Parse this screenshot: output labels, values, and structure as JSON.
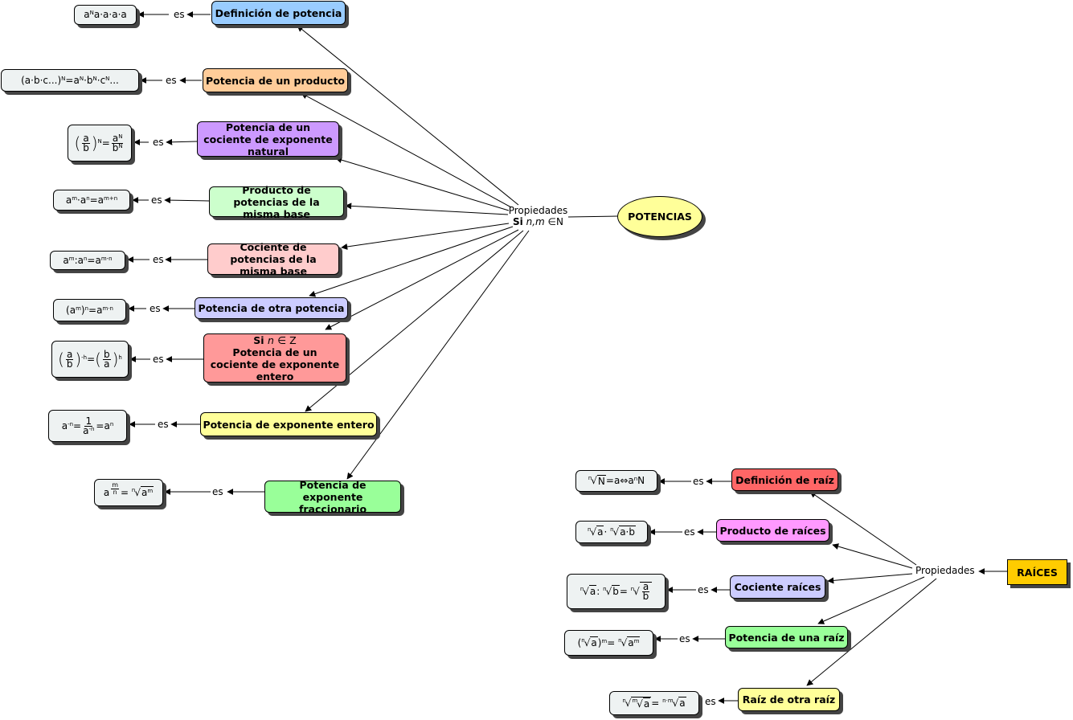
{
  "potencias": {
    "root": "POTENCIAS",
    "hub_line1": "Propiedades",
    "hub_si": "Si",
    "hub_vars": "n,m",
    "hub_set": "∈N",
    "link_word": "es",
    "concepts": [
      {
        "id": "c1",
        "label": "Definición de potencia",
        "color": "#99ccff"
      },
      {
        "id": "c2",
        "label": "Potencia de un producto",
        "color": "#ffcc99"
      },
      {
        "id": "c3",
        "label": "Potencia de un cociente de exponente natural",
        "color": "#cc99ff"
      },
      {
        "id": "c4",
        "label": "Producto de potencias de la misma base",
        "color": "#ccffcc"
      },
      {
        "id": "c5",
        "label": "Cociente de potencias de la misma base",
        "color": "#ffcccc"
      },
      {
        "id": "c6",
        "label": "Potencia de otra potencia",
        "color": "#ccccff"
      },
      {
        "id": "c7",
        "si": "Si",
        "var": "n",
        "set": "∈ Z",
        "label": "Potencia de un cociente de exponente entero",
        "color": "#ff9999"
      },
      {
        "id": "c8",
        "label": "Potencia de exponente entero",
        "color": "#ffff99"
      },
      {
        "id": "c9",
        "label": "Potencia de exponente fraccionario",
        "color": "#99ff99"
      }
    ]
  },
  "raices": {
    "root": "RAÍCES",
    "hub": "Propiedades",
    "link_word": "es",
    "concepts": [
      {
        "id": "r1",
        "label": "Definición de raíz",
        "color": "#ff6666"
      },
      {
        "id": "r2",
        "label": "Producto de raíces",
        "color": "#ff99ff"
      },
      {
        "id": "r3",
        "label": "Cociente raíces",
        "color": "#ccccff"
      },
      {
        "id": "r4",
        "label": "Potencia de una raíz",
        "color": "#99ff99"
      },
      {
        "id": "r5",
        "label": "Raíz de otra raíz",
        "color": "#ffff99"
      }
    ]
  },
  "colors": {
    "root_potencias": "#ffff99",
    "root_raices": "#ffcc00",
    "formula_bg": "#eef2f2"
  }
}
